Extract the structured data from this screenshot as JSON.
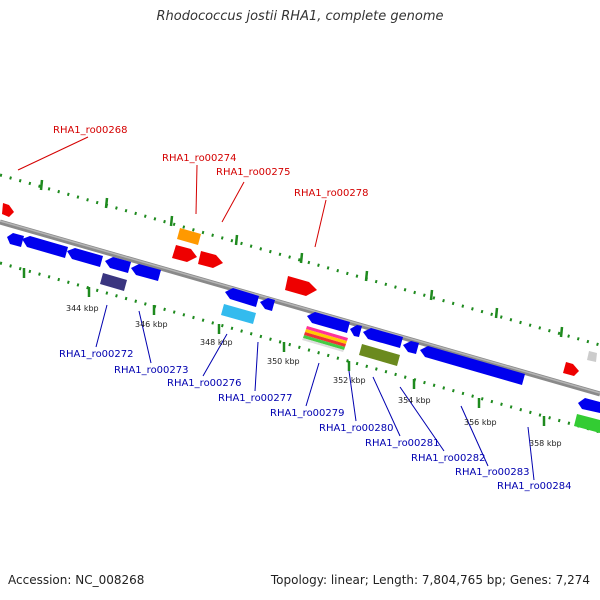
{
  "title": "Rhodococcus jostii RHA1, complete genome",
  "accession": "Accession: NC_008268",
  "summary": "Topology: linear; Length: 7,804,765 bp; Genes: 7,274",
  "colors": {
    "backbone": "#8a8a8a",
    "tick_green": "#1e8a1e",
    "forward_label": "#d40000",
    "reverse_label": "#0000b0",
    "gene_blue": "#0000ee",
    "gene_red": "#ee0000",
    "gene_orange": "#ff9900",
    "gene_purple": "#3a3580",
    "gene_cyan": "#33bbee",
    "gene_olive": "#6b8a1e",
    "gene_green": "#33cc33",
    "gene_gray": "#cccccc"
  },
  "top_labels": [
    "RHA1_ro00268",
    "RHA1_ro00274",
    "RHA1_ro00275",
    "RHA1_ro00278"
  ],
  "bottom_labels": [
    "RHA1_ro00272",
    "RHA1_ro00273",
    "RHA1_ro00276",
    "RHA1_ro00277",
    "RHA1_ro00279",
    "RHA1_ro00280",
    "RHA1_ro00281",
    "RHA1_ro00282",
    "RHA1_ro00283",
    "RHA1_ro00284"
  ],
  "ticks": [
    "344 kbp",
    "346 kbp",
    "348 kbp",
    "350 kbp",
    "352 kbp",
    "354 kbp",
    "356 kbp",
    "358 kbp"
  ]
}
